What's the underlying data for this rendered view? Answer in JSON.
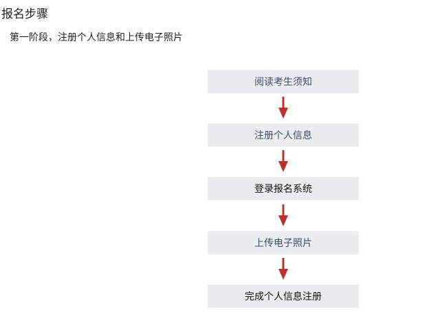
{
  "title": "报名步骤",
  "subtitle": "第一阶段，注册个人信息和上传电子照片",
  "colors": {
    "box_bg": "#ececee",
    "arrow": "#c0302a",
    "muted_text": "#3c4a6a",
    "dark_text": "#111111"
  },
  "steps": [
    {
      "label": "阅读考生须知"
    },
    {
      "label": "注册个人信息"
    },
    {
      "label": "登录报名系统"
    },
    {
      "label": "上传电子照片"
    },
    {
      "label": "完成个人信息注册"
    }
  ]
}
